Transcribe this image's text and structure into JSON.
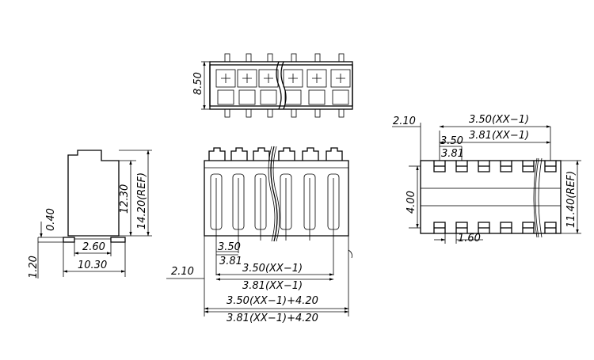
{
  "views": {
    "top": {
      "dims": {
        "width": "8.50"
      }
    },
    "side": {
      "dims": {
        "h1": "12.30",
        "h2": "14.20(REF)",
        "t1": "0.40",
        "t2": "1.20",
        "w1": "2.60",
        "w2": "10.30"
      }
    },
    "front": {
      "dims": {
        "pitch_a": "3.50",
        "pitch_b": "3.81",
        "off": "2.10",
        "span_a": "3.50(XX−1)",
        "span_b": "3.81(XX−1)",
        "total_a": "3.50(XX−1)+4.20",
        "total_b": "3.81(XX−1)+4.20"
      }
    },
    "footprint": {
      "dims": {
        "off": "2.10",
        "span_a": "3.50(XX−1)",
        "span_b": "3.81(XX−1)",
        "pitch_a": "3.50",
        "pitch_b": "3.81",
        "row": "4.00",
        "height": "11.40(REF)",
        "pad": "1.60"
      }
    }
  }
}
